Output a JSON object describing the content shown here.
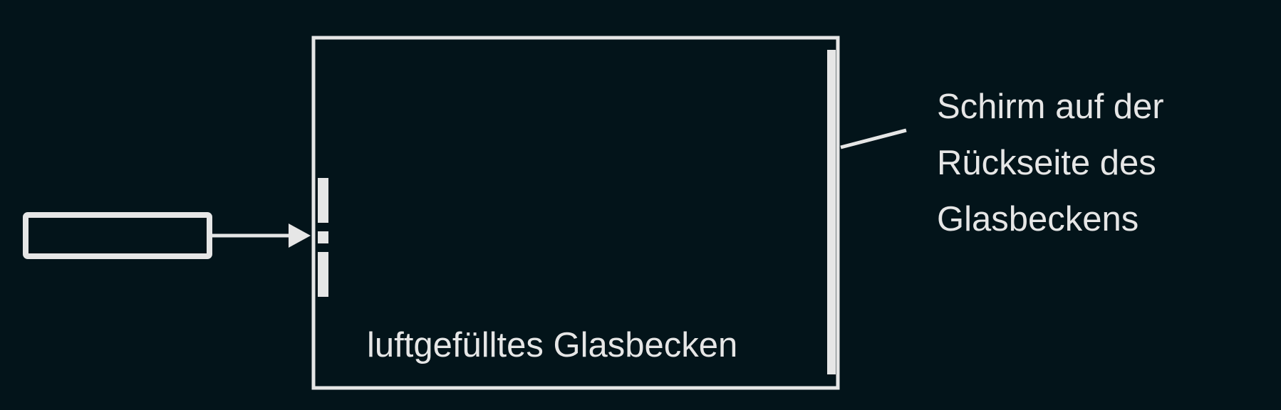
{
  "diagram": {
    "tank_label": "luftgefülltes Glasbecken",
    "screen_label": {
      "line1": "Schirm auf der",
      "line2": "Rückseite des",
      "line3": "Glasbeckens"
    },
    "colors": {
      "background": "#03141a",
      "stroke": "#e6e6e6"
    }
  }
}
